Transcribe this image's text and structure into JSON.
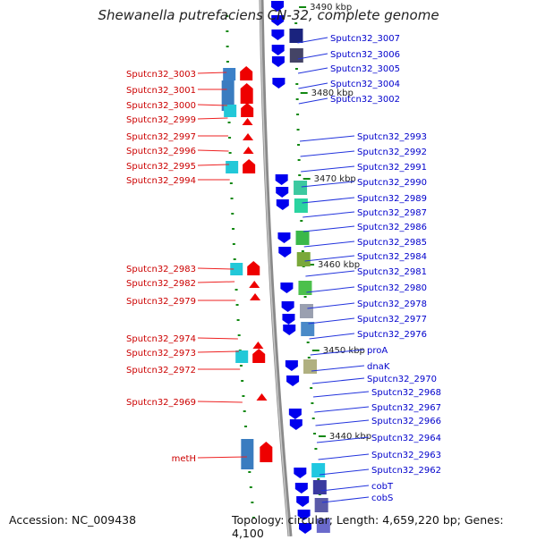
{
  "title": "Shewanella putrefaciens CN-32, complete genome",
  "footer": {
    "accession": "Accession: NC_009438",
    "summary": "Topology: circular; Length: 4,659,220 bp; Genes: 4,100"
  },
  "colors": {
    "left_label": "#cc0000",
    "right_label": "#0000cc",
    "forward_gene": "#ee0000",
    "reverse_gene": "#0000ee",
    "backbone": "#8a8a8a",
    "tick": "#118811",
    "leader": "#ee2222"
  },
  "scale_ticks": [
    {
      "label": "3490 kbp"
    },
    {
      "label": "3480 kbp"
    },
    {
      "label": "3470 kbp"
    },
    {
      "label": "3460 kbp"
    },
    {
      "label": "3450 kbp"
    },
    {
      "label": "3440 kbp"
    }
  ],
  "left_labels": [
    "Sputcn32_3003",
    "Sputcn32_3001",
    "Sputcn32_3000",
    "Sputcn32_2999",
    "Sputcn32_2997",
    "Sputcn32_2996",
    "Sputcn32_2995",
    "Sputcn32_2994",
    "Sputcn32_2983",
    "Sputcn32_2982",
    "Sputcn32_2979",
    "Sputcn32_2974",
    "Sputcn32_2973",
    "Sputcn32_2972",
    "Sputcn32_2969",
    "metH"
  ],
  "right_labels": [
    "Sputcn32_3007",
    "Sputcn32_3006",
    "Sputcn32_3005",
    "Sputcn32_3004",
    "Sputcn32_3002",
    "Sputcn32_2993",
    "Sputcn32_2992",
    "Sputcn32_2991",
    "Sputcn32_2990",
    "Sputcn32_2989",
    "Sputcn32_2987",
    "Sputcn32_2986",
    "Sputcn32_2985",
    "Sputcn32_2984",
    "Sputcn32_2981",
    "Sputcn32_2980",
    "Sputcn32_2978",
    "Sputcn32_2977",
    "Sputcn32_2976",
    "proA",
    "dnaK",
    "Sputcn32_2970",
    "Sputcn32_2968",
    "Sputcn32_2967",
    "Sputcn32_2966",
    "Sputcn32_2964",
    "Sputcn32_2963",
    "Sputcn32_2962",
    "cobT",
    "cobS"
  ]
}
